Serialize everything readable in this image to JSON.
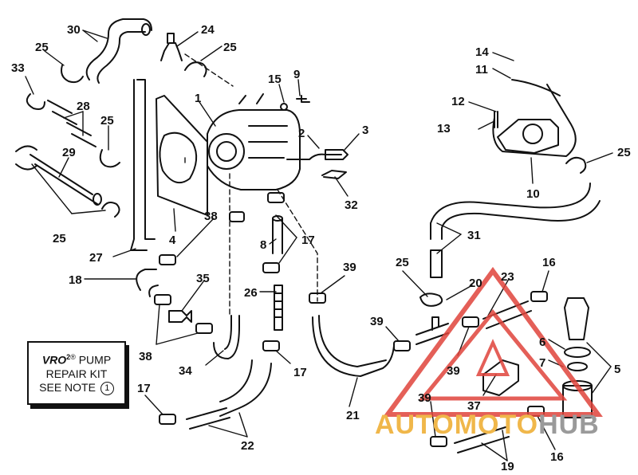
{
  "callouts": [
    "1",
    "2",
    "3",
    "4",
    "5",
    "6",
    "7",
    "8",
    "9",
    "10",
    "11",
    "12",
    "13",
    "14",
    "15",
    "16",
    "17",
    "18",
    "19",
    "20",
    "21",
    "22",
    "23",
    "24",
    "25",
    "26",
    "27",
    "28",
    "29",
    "30",
    "31",
    "32",
    "33",
    "34",
    "35",
    "37",
    "38",
    "39"
  ],
  "note": {
    "line1_prefix": "VRO",
    "line1_sup": "2",
    "line1_reg": "®",
    "line1_suffix": "PUMP",
    "line2": "REPAIR KIT",
    "line3_prefix": "SEE NOTE",
    "line3_num": "1"
  },
  "watermark": {
    "part1": "AUTOMOTO",
    "part2": "HUB",
    "color1": "#f0b74a",
    "color2": "#9a9a9a",
    "triangle_color": "#e0443b"
  },
  "colors": {
    "ink": "#111111",
    "background": "#ffffff"
  }
}
